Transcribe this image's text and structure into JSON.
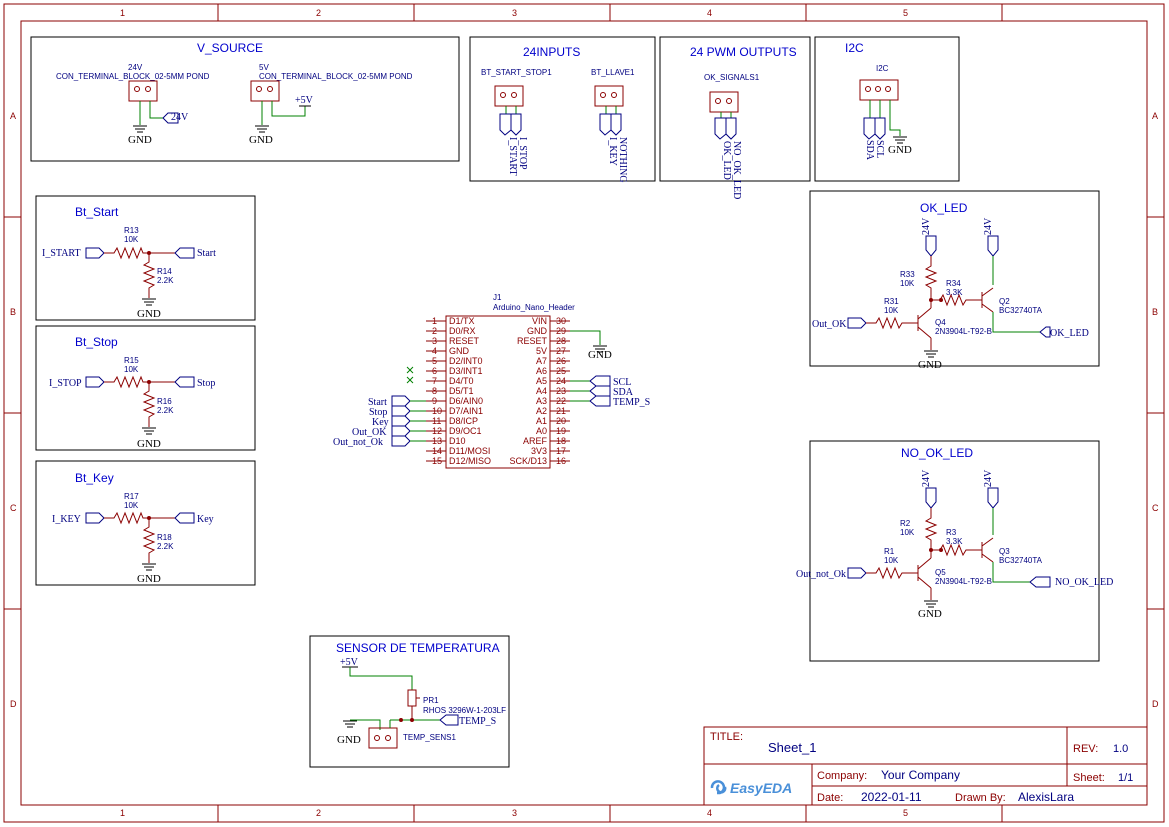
{
  "frame": {
    "columns": [
      "1",
      "2",
      "3",
      "4",
      "5"
    ],
    "rows": [
      "A",
      "B",
      "C",
      "D"
    ]
  },
  "blocks": {
    "v_source": {
      "title": "V_SOURCE",
      "conn1_value": "24V",
      "conn1_name": "CON_TERMINAL_BLOCK_02-5MM POND",
      "conn1_net": "24V",
      "conn2_value": "5V",
      "conn2_name": "CON_TERMINAL_BLOCK_02-5MM POND",
      "conn2_net": "+5V",
      "gnd": "GND"
    },
    "inputs": {
      "title": "24INPUTS",
      "c1": "BT_START_STOP1",
      "c2": "BT_LLAVE1",
      "n1": "I_START",
      "n2": "I_STOP",
      "n3": "I_KEY",
      "n4": "NOTHING"
    },
    "pwm": {
      "title": "24 PWM OUTPUTS",
      "c1": "OK_SIGNALS1",
      "n1": "OK_LED",
      "n2": "NO_OK_LED"
    },
    "i2c": {
      "title": "I2C",
      "c1": "I2C",
      "n1": "SDA",
      "n2": "SCL",
      "gnd": "GND"
    },
    "bt_start": {
      "title": "Bt_Start",
      "in": "I_START",
      "out": "Start",
      "ra": "R13",
      "rav": "10K",
      "rb": "R14",
      "rbv": "2.2K",
      "gnd": "GND"
    },
    "bt_stop": {
      "title": "Bt_Stop",
      "in": "I_STOP",
      "out": "Stop",
      "ra": "R15",
      "rav": "10K",
      "rb": "R16",
      "rbv": "2.2K",
      "gnd": "GND"
    },
    "bt_key": {
      "title": "Bt_Key",
      "in": "I_KEY",
      "out": "Key",
      "ra": "R17",
      "rav": "10K",
      "rb": "R18",
      "rbv": "2.2K",
      "gnd": "GND"
    },
    "ok_led": {
      "title": "OK_LED",
      "v1": "24V",
      "v2": "24V",
      "r_top": "R33",
      "r_top_v": "10K",
      "r_mid": "R34",
      "r_mid_v": "3.3K",
      "r_in": "R31",
      "r_in_v": "10K",
      "q_top": "Q2",
      "q_top_v": "BC32740TA",
      "q_bot": "Q4",
      "q_bot_v": "2N3904L-T92-B",
      "in": "Out_OK",
      "out": "OK_LED",
      "gnd": "GND"
    },
    "no_ok_led": {
      "title": "NO_OK_LED",
      "v1": "24V",
      "v2": "24V",
      "r_top": "R2",
      "r_top_v": "10K",
      "r_mid": "R3",
      "r_mid_v": "3.3K",
      "r_in": "R1",
      "r_in_v": "10K",
      "q_top": "Q3",
      "q_top_v": "BC32740TA",
      "q_bot": "Q5",
      "q_bot_v": "2N3904L-T92-B",
      "in": "Out_not_Ok",
      "out": "NO_OK_LED",
      "gnd": "GND"
    },
    "sensor": {
      "title": "SENSOR DE TEMPERATURA",
      "vcc": "+5V",
      "gnd": "GND",
      "pot": "PR1",
      "pot_v": "RHOS 3296W-1-203LF",
      "net": "TEMP_S",
      "conn": "TEMP_SENS1"
    }
  },
  "arduino": {
    "ref": "J1",
    "name": "Arduino_Nano_Header",
    "left_pins": [
      {
        "num": "1",
        "name": "D1/TX"
      },
      {
        "num": "2",
        "name": "D0/RX"
      },
      {
        "num": "3",
        "name": "RESET"
      },
      {
        "num": "4",
        "name": "GND"
      },
      {
        "num": "5",
        "name": "D2/INT0"
      },
      {
        "num": "6",
        "name": "D3/INT1"
      },
      {
        "num": "7",
        "name": "D4/T0"
      },
      {
        "num": "8",
        "name": "D5/T1"
      },
      {
        "num": "9",
        "name": "D6/AIN0"
      },
      {
        "num": "10",
        "name": "D7/AIN1"
      },
      {
        "num": "11",
        "name": "D8/ICP"
      },
      {
        "num": "12",
        "name": "D9/OC1"
      },
      {
        "num": "13",
        "name": "D10"
      },
      {
        "num": "14",
        "name": "D11/MOSI"
      },
      {
        "num": "15",
        "name": "D12/MISO"
      }
    ],
    "right_pins": [
      {
        "num": "30",
        "name": "VIN"
      },
      {
        "num": "29",
        "name": "GND"
      },
      {
        "num": "28",
        "name": "RESET"
      },
      {
        "num": "27",
        "name": "5V"
      },
      {
        "num": "26",
        "name": "A7"
      },
      {
        "num": "25",
        "name": "A6"
      },
      {
        "num": "24",
        "name": "A5"
      },
      {
        "num": "23",
        "name": "A4"
      },
      {
        "num": "22",
        "name": "A3"
      },
      {
        "num": "21",
        "name": "A2"
      },
      {
        "num": "20",
        "name": "A1"
      },
      {
        "num": "19",
        "name": "A0"
      },
      {
        "num": "18",
        "name": "AREF"
      },
      {
        "num": "17",
        "name": "3V3"
      },
      {
        "num": "16",
        "name": "SCK/D13"
      }
    ],
    "left_nets": [
      "Start",
      "Stop",
      "Key",
      "Out_OK",
      "Out_not_Ok"
    ],
    "right_nets": [
      "SCL",
      "SDA",
      "TEMP_S"
    ],
    "gnd": "GND"
  },
  "title_block": {
    "title_label": "TITLE:",
    "title": "Sheet_1",
    "rev_label": "REV:",
    "rev": "1.0",
    "company_label": "Company:",
    "company": "Your Company",
    "sheet_label": "Sheet:",
    "sheet": "1/1",
    "date_label": "Date:",
    "date": "2022-01-11",
    "drawn_label": "Drawn By:",
    "drawn": "AlexisLara",
    "logo_text": "EasyEDA"
  }
}
